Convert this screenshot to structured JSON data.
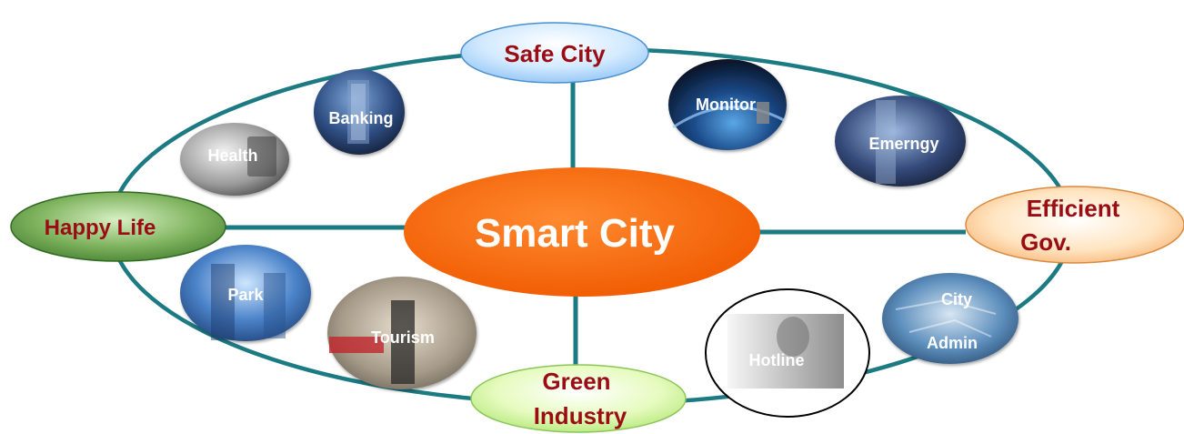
{
  "center": {
    "label": "Smart City"
  },
  "pillars": {
    "safe_city": {
      "label": "Safe City"
    },
    "happy_life": {
      "label": "Happy Life"
    },
    "efficient_gov": {
      "line1": "Efficient",
      "line2": "Gov."
    },
    "green_industry": {
      "line1": "Green",
      "line2": "Industry"
    }
  },
  "services": {
    "banking": "Banking",
    "health": "Health",
    "monitor": "Monitor",
    "emergency": "Emerngy",
    "park": "Park",
    "tourism": "Tourism",
    "hotline": "Hotline",
    "city_admin": {
      "line1": "City",
      "line2": "Admin"
    }
  },
  "colors": {
    "ring": "#1c7a83",
    "center_fill": "#ff6a0a",
    "label_dark_red": "#9a0d14",
    "safe_city_fill": "#bfe0ff",
    "happy_life_fill": "#4f8a3a",
    "efficient_gov_fill": "#ffd9a8",
    "green_industry_fill": "#d9f7a8"
  }
}
